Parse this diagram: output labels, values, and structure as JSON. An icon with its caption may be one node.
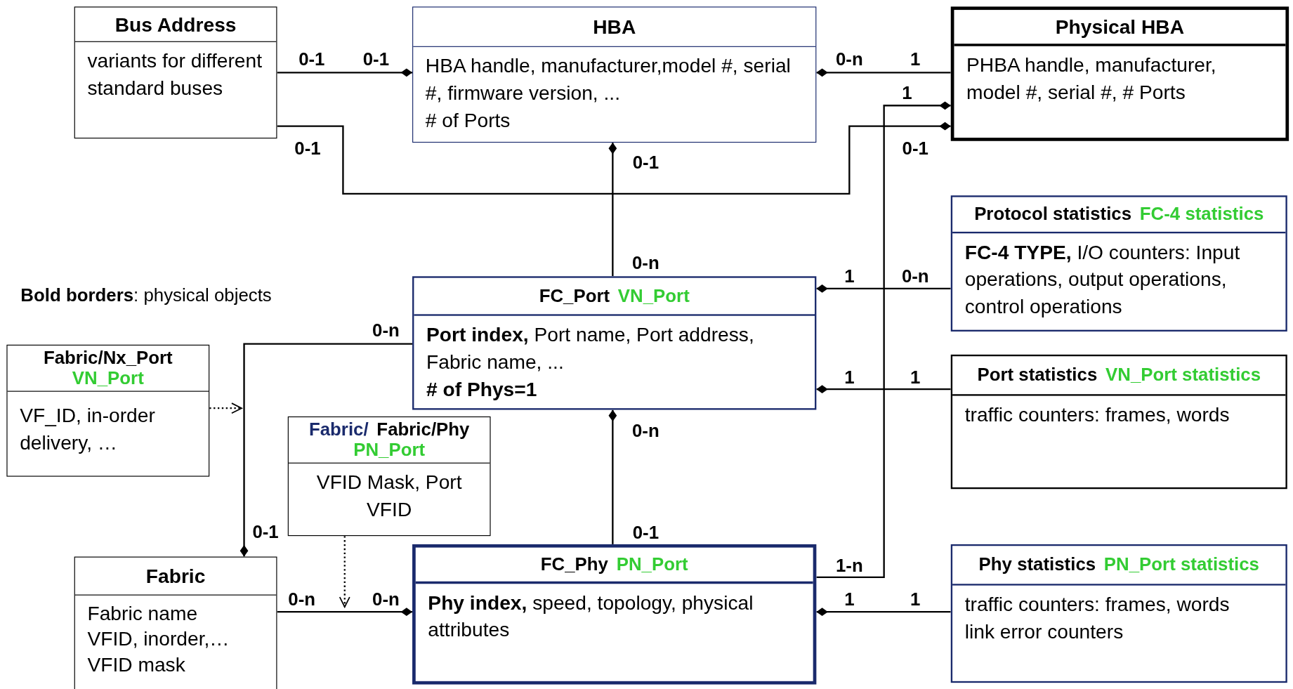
{
  "diagram": {
    "nodes": [
      {
        "text": [
          "Bus Address",
          "variants for different standard buses"
        ]
      },
      {
        "text": [
          "HBA",
          "HBA handle, manufacturer,model #, serial #, firmware version, ...",
          "# of Ports"
        ]
      },
      {
        "text": [
          "Physical HBA",
          "PHBA handle, manufacturer, model #, serial #, # Ports"
        ]
      },
      {
        "text": [
          "Protocol statistics",
          "FC-4 statistics",
          "**FC-4 TYPE,** I/O counters: Input operations, output operations, control operations"
        ]
      },
      {
        "text": [
          "FC_Port",
          "VN_Port",
          "**Port index,** Port name, Port address, Fabric name, ...",
          "# of Phys=1"
        ]
      },
      {
        "text": [
          "Port statistics",
          "VN_Port statistics",
          "traffic counters: frames, words"
        ]
      },
      {
        "text": [
          "Fabric/Nx_Port",
          "VN_Port",
          "VF_ID, in-order delivery, …"
        ]
      },
      {
        "text": [
          "Fabric/",
          "Fabric/Phy",
          "PN_Port",
          "VFID Mask, Port VFID"
        ]
      },
      {
        "text": [
          "Fabric",
          "Fabric name",
          "VFID, inorder,…",
          "VFID mask"
        ]
      },
      {
        "text": [
          "FC_Phy",
          "PN_Port",
          "**Phy index,** speed, topology, physical attributes"
        ]
      },
      {
        "text": [
          "Phy statistics",
          "PN_Port statistics",
          "traffic counters: frames, words",
          "link error counters"
        ]
      }
    ],
    "edges": [
      {
        "from": 0,
        "to": 1,
        "arrow": "other"
      },
      {
        "from": 2,
        "to": 1,
        "arrow": "other"
      },
      {
        "from": 0,
        "to": 2,
        "arrow": "other"
      },
      {
        "from": 9,
        "to": 2,
        "arrow": "other"
      },
      {
        "from": 4,
        "to": 1,
        "arrow": "other"
      },
      {
        "from": 3,
        "to": 4,
        "arrow": "other"
      },
      {
        "from": 5,
        "to": 4,
        "arrow": "other"
      },
      {
        "from": 9,
        "to": 4,
        "arrow": "other"
      },
      {
        "from": 4,
        "to": 8,
        "arrow": "other"
      },
      {
        "from": 6,
        "to": null,
        "arrow": "to",
        "style": "dashed"
      },
      {
        "from": 7,
        "to": null,
        "arrow": "to",
        "style": "dashed"
      },
      {
        "from": 8,
        "to": 9,
        "arrow": "other"
      },
      {
        "from": 10,
        "to": 9,
        "arrow": "other"
      }
    ],
    "labels": [
      "0-1",
      "0-1",
      "0-n",
      "1",
      "1",
      "0-1",
      "0-1",
      "0-1",
      "0-n",
      "1",
      "0-n",
      "**Bold borders**: physical objects",
      "0-n",
      "1",
      "1",
      "0-n",
      "0-1",
      "0-1",
      "1-n",
      "0-n",
      "0-n",
      "1",
      "1"
    ]
  }
}
